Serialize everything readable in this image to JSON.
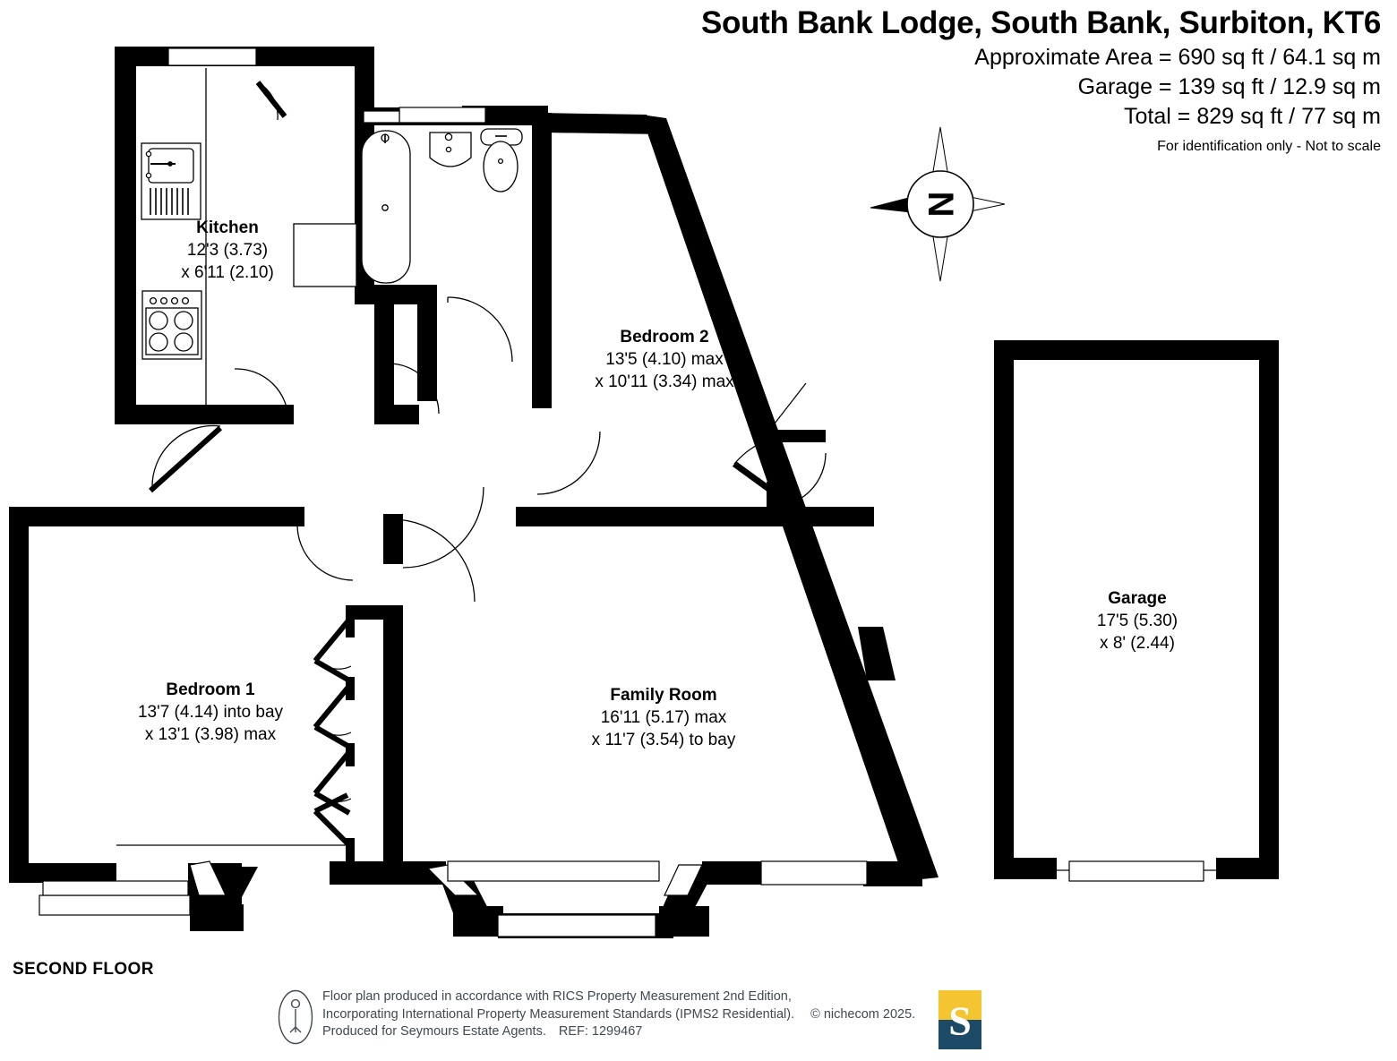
{
  "header": {
    "title": "South Bank Lodge, South Bank, Surbiton, KT6",
    "approximate_area": "Approximate Area = 690 sq ft / 64.1 sq m",
    "garage_area": "Garage = 139 sq ft / 12.9 sq m",
    "total_area": "Total = 829 sq ft / 77 sq m",
    "disclaimer": "For identification only - Not to scale"
  },
  "floor_label": "SECOND FLOOR",
  "compass": {
    "north_letter": "N"
  },
  "rooms": [
    {
      "key": "kitchen",
      "name": "Kitchen",
      "dim_1": "12'3 (3.73)",
      "dim_2": "x 6'11 (2.10)"
    },
    {
      "key": "bedroom_2",
      "name": "Bedroom 2",
      "dim_1": "13'5 (4.10) max",
      "dim_2": "x 10'11 (3.34) max"
    },
    {
      "key": "bedroom_1",
      "name": "Bedroom 1",
      "dim_1": "13'7 (4.14) into bay",
      "dim_2": "x 13'1 (3.98) max"
    },
    {
      "key": "family_room",
      "name": "Family Room",
      "dim_1": "16'11 (5.17) max",
      "dim_2": "x 11'7 (3.54) to bay"
    },
    {
      "key": "garage",
      "name": "Garage",
      "dim_1": "17'5 (5.30)",
      "dim_2": "x 8' (2.44)"
    }
  ],
  "footer": {
    "line_1": "Floor plan produced in accordance with RICS Property Measurement 2nd Edition,",
    "line_2": "Incorporating International Property Measurement Standards (IPMS2 Residential).",
    "copyright": "© nichecom 2025.",
    "line_3": "Produced for Seymours Estate Agents.",
    "reference": "REF: 1299467",
    "logo_letter": "S"
  },
  "colors": {
    "wall": "#000000",
    "background": "#ffffff",
    "footer_text": "#404952",
    "logo_top": "#F5C431",
    "logo_bottom": "#1D4A66"
  }
}
